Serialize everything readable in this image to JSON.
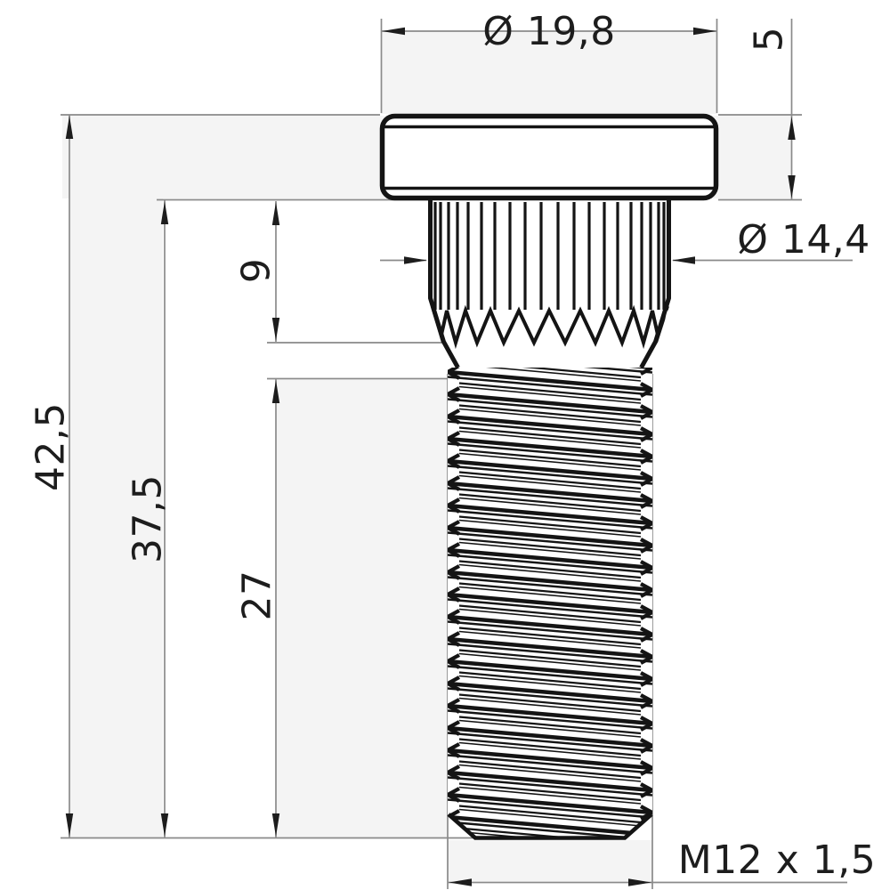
{
  "drawing": {
    "dimensions": {
      "head_diameter": "Ø 19,8",
      "head_height": "5",
      "spline_diameter": "Ø 14,4",
      "spline_length": "9",
      "thread_length": "27",
      "under_head_length": "37,5",
      "total_length": "42,5",
      "thread_spec": "M12 x 1,5"
    },
    "colors": {
      "part_line": "#141414",
      "dimension_line": "#8a8a8a",
      "arrow": "#1d1d1d",
      "text": "#1d1d1d",
      "shading": "#f4f4f4",
      "background": "#ffffff"
    }
  }
}
